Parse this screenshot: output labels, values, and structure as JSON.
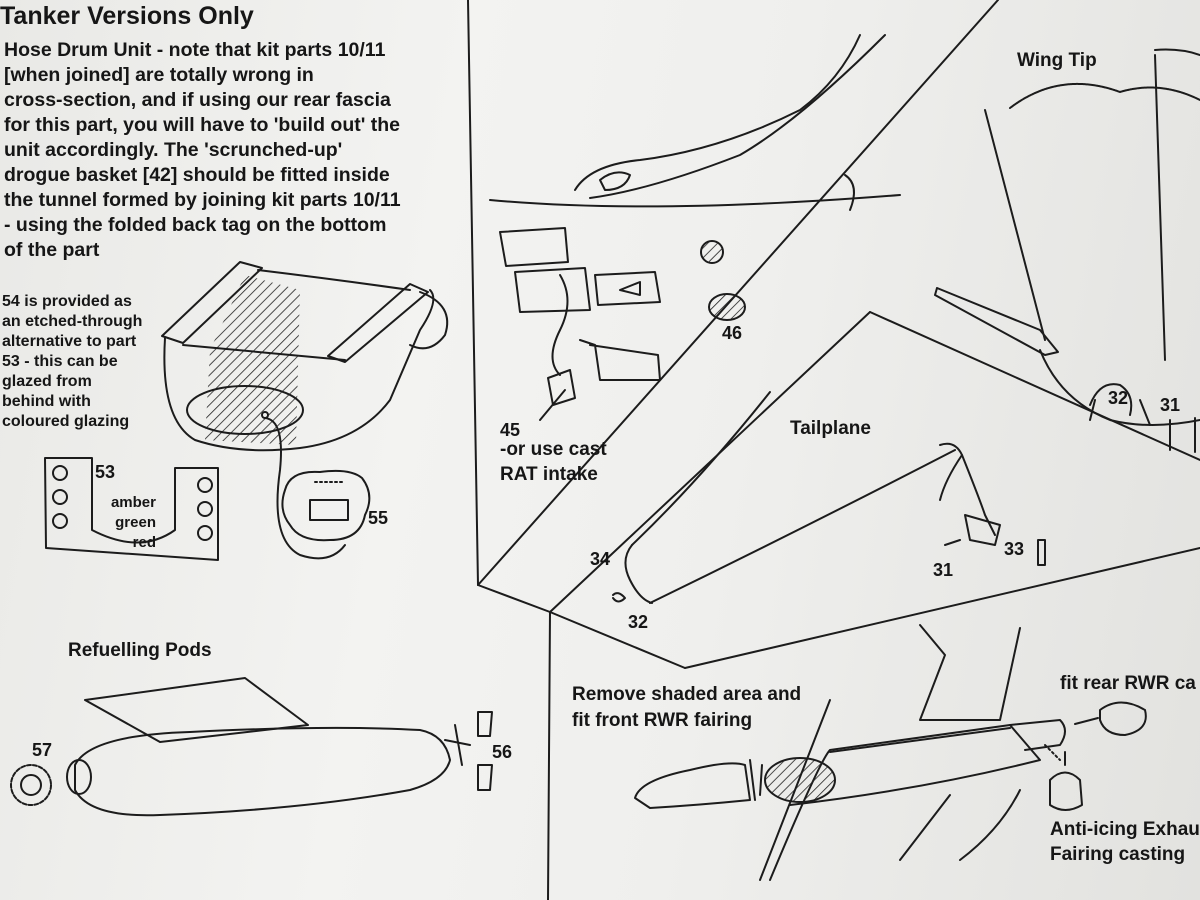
{
  "left": {
    "title": "Tanker Versions Only",
    "hose_note": "Hose Drum Unit - note that kit parts 10/11\n[when joined] are totally wrong in\ncross-section, and if using our rear fascia\nfor this part, you will have to 'build out' the\nunit accordingly.  The 'scrunched-up'\ndrogue basket [42] should be fitted inside\nthe tunnel formed by joining kit parts 10/11\n- using the folded back tag on the bottom\nof the part",
    "part54_note": "54 is provided as\nan etched-through\nalternative to part\n53 - this can be\nglazed from\nbehind with\ncoloured glazing",
    "part53": "53",
    "colours": "amber\ngreen\nred",
    "part55": "55"
  },
  "pods": {
    "title": "Refuelling Pods",
    "part57": "57",
    "part56": "56"
  },
  "rat": {
    "part46": "46",
    "part45": "45",
    "note": "-or use cast\nRAT intake"
  },
  "wingtip": {
    "title": "Wing Tip",
    "part32": "32",
    "part31": "31"
  },
  "tailplane": {
    "title": "Tailplane",
    "part34": "34",
    "part32": "32",
    "part31": "31",
    "part33": "33"
  },
  "fairing": {
    "remove_note": "Remove shaded area and\nfit front RWR fairing",
    "rear_note": "fit rear RWR ca",
    "exhaust_note": "Anti-icing Exhau\nFairing casting"
  }
}
